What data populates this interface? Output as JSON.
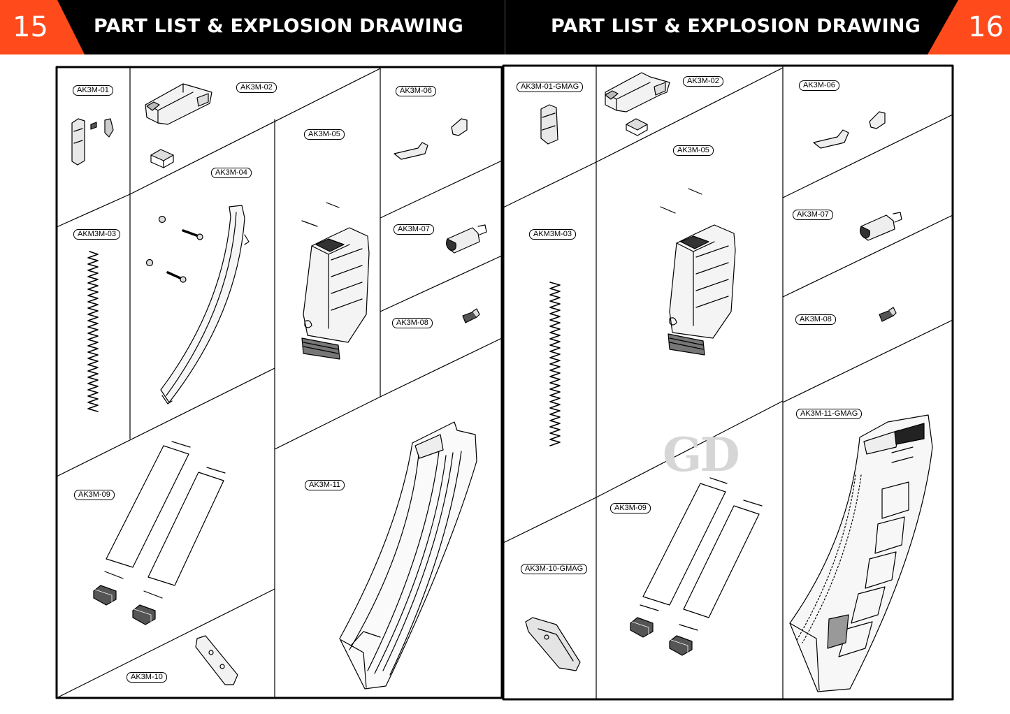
{
  "header": {
    "left_page_number": "15",
    "left_title": "PART LIST & EXPLOSION DRAWING",
    "right_title": "PART LIST & EXPLOSION DRAWING",
    "right_page_number": "16",
    "accent_color": "#ff4a1c"
  },
  "watermark": "GD",
  "left_page": {
    "labels": [
      "AK3M-01",
      "AK3M-02",
      "AK3M-06",
      "AK3M-05",
      "AK3M-04",
      "AKM3M-03",
      "AK3M-07",
      "AK3M-08",
      "AK3M-11",
      "AK3M-09",
      "AK3M-10"
    ]
  },
  "right_page": {
    "labels": [
      "AK3M-01-GMAG",
      "AK3M-02",
      "AK3M-06",
      "AK3M-05",
      "AKM3M-03",
      "AK3M-07",
      "AK3M-08",
      "AK3M-11-GMAG",
      "AK3M-09",
      "AK3M-10-GMAG"
    ]
  }
}
